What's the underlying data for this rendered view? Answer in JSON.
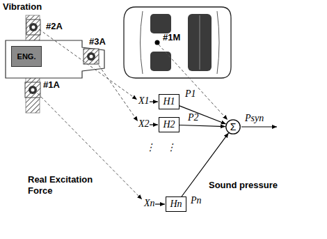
{
  "diagram": {
    "nodes": [
      {
        "text": [
          "ENG."
        ]
      },
      {
        "text": [
          "H1"
        ]
      },
      {
        "text": [
          "H2"
        ]
      },
      {
        "text": [
          "Hn"
        ]
      },
      {
        "text": [
          "Σ"
        ]
      }
    ],
    "edges": [
      {
        "from": 1,
        "to": 4,
        "arrow": "to"
      },
      {
        "from": 2,
        "to": 4,
        "arrow": "to"
      },
      {
        "from": 3,
        "to": 4,
        "arrow": "to"
      }
    ],
    "labels": [
      "Vibration",
      "#2A",
      "#3A",
      "#1A",
      "#1M",
      "X1",
      "X2",
      "⋮",
      "⋮",
      "Xn",
      "P1",
      "P2",
      "Pn",
      "Psyn",
      "Real Excitation Force",
      "Sound pressure"
    ]
  }
}
